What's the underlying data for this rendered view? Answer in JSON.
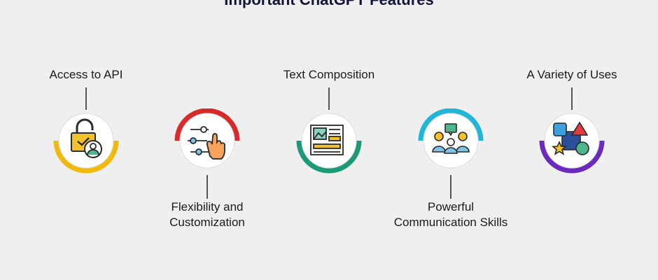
{
  "page": {
    "title": "Important ChatGPT Features"
  },
  "features": [
    {
      "label_lines": [
        "Access to API"
      ],
      "label_position": "top",
      "arc_side": "bottom",
      "arc_color": "#f0b90b",
      "icon": "padlock-user-icon"
    },
    {
      "label_lines": [
        "Flexibility and",
        "Customization"
      ],
      "label_position": "bottom",
      "arc_side": "top",
      "arc_color": "#d62b2b",
      "icon": "hand-sliders-icon"
    },
    {
      "label_lines": [
        "Text Composition"
      ],
      "label_position": "top",
      "arc_side": "bottom",
      "arc_color": "#1c9a78",
      "icon": "document-image-icon"
    },
    {
      "label_lines": [
        "Powerful",
        "Communication Skills"
      ],
      "label_position": "bottom",
      "arc_side": "top",
      "arc_color": "#1fb6d8",
      "icon": "group-chat-icon"
    },
    {
      "label_lines": [
        "A Variety of Uses"
      ],
      "label_position": "top",
      "arc_side": "bottom",
      "arc_color": "#6a2bbd",
      "icon": "shapes-icon"
    }
  ]
}
